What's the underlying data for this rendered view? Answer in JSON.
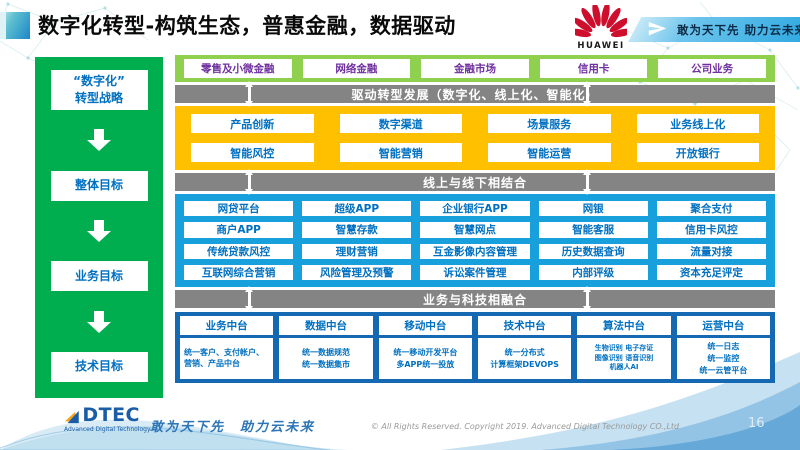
{
  "header": {
    "title": "数字化转型-构筑生态，普惠金融，数据驱动",
    "huawei_wordmark": "HUAWEI",
    "banner_slogan": "敢为天下先 助力云未来"
  },
  "strategy": {
    "items": [
      "“数字化”\n转型战略",
      "整体目标",
      "业务目标",
      "技术目标"
    ]
  },
  "business_lines": {
    "items": [
      "零售及小微金融",
      "网络金融",
      "金融市场",
      "信用卡",
      "公司业务"
    ]
  },
  "banners": {
    "drive": "驱动转型发展（数字化、线上化、智能化）",
    "online_offline": "线上与线下相结合",
    "tech_fusion": "业务与科技相融合"
  },
  "capabilities": {
    "items": [
      "产品创新",
      "数字渠道",
      "场景服务",
      "业务线上化",
      "智能风控",
      "智能营销",
      "智能运营",
      "开放银行"
    ]
  },
  "applications": {
    "items": [
      "网贷平台",
      "超级APP",
      "企业银行APP",
      "网银",
      "聚合支付",
      "商户APP",
      "智慧存款",
      "智慧网点",
      "智能客服",
      "信用卡风控",
      "传统贷款风控",
      "理财营销",
      "互金影像内容管理",
      "历史数据查询",
      "流量对接",
      "互联网综合营销",
      "风险管理及预警",
      "诉讼案件管理",
      "内部评级",
      "资本充足评定"
    ]
  },
  "platforms": {
    "columns": [
      {
        "title": "业务中台",
        "detail": "统一客户、支付帐户、营销、产品中台"
      },
      {
        "title": "数据中台",
        "detail": "统一数据规范\n统一数据集市"
      },
      {
        "title": "移动中台",
        "detail": "统一移动开发平台\n多APP统一投放"
      },
      {
        "title": "技术中台",
        "detail": "统一分布式\n计算框架DEVOPS"
      },
      {
        "title": "算法中台",
        "detail": "生物识别 电子存证\n图像识别 语音识别\n机器人AI"
      },
      {
        "title": "运营中台",
        "detail": "统一日志\n统一监控\n统一云管平台"
      }
    ]
  },
  "footer": {
    "logo_word": "DTEC",
    "logo_subtitle": "Advanced Digital Technology",
    "slogan": "敢为天下先　助力云未来",
    "copyright": "© All Rights Reserved. Copyright 2019. Advanced Digital Technology CO.,Ltd",
    "page_number": "16"
  },
  "colors": {
    "strategy_green": "#00AE50",
    "business_line_green": "#8FD04E",
    "banner_gray": "#848484",
    "capability_gold": "#FFC000",
    "application_blue": "#18A0DC",
    "platform_blue": "#1568B2",
    "box_text_blue": "#0070C0",
    "business_line_text_purple": "#7030A0",
    "huawei_red": "#CE0E2D"
  }
}
